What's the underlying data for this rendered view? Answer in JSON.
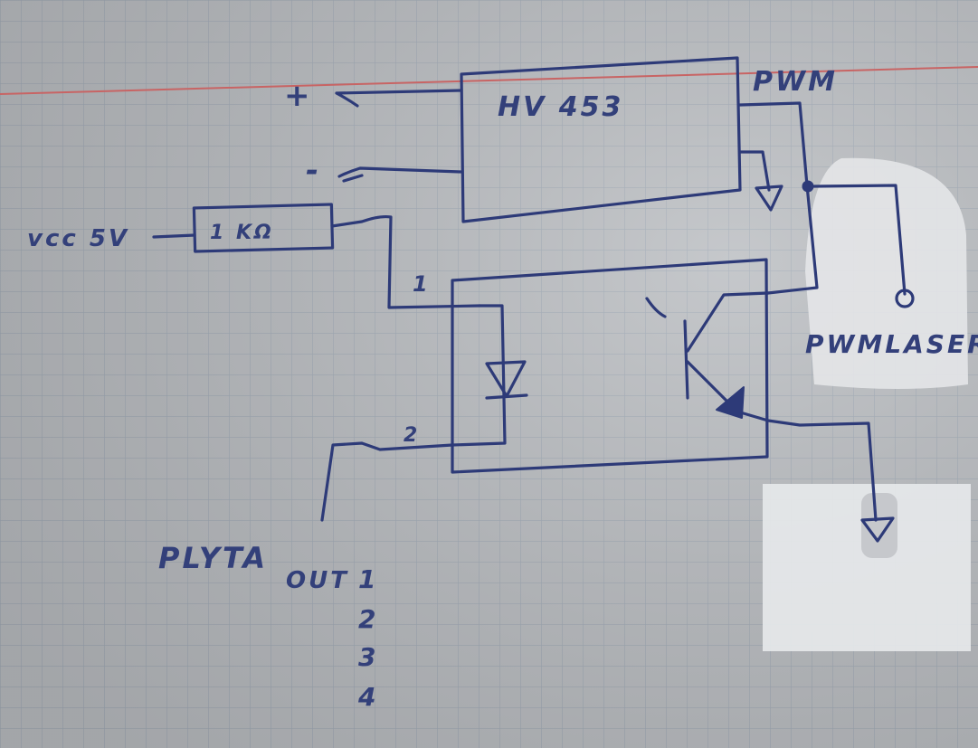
{
  "diagram": {
    "labels": {
      "driver_chip": "HV 453",
      "pwm_in": "PWM",
      "plus": "+",
      "minus": "-",
      "vcc": "vcc 5V",
      "resistor": "1 KΩ",
      "pin1": "1",
      "pin2": "2",
      "pwm_laser": "PWMLASER",
      "plyta": "PLYTA",
      "out": "OUT",
      "out_numbers": [
        "1",
        "2",
        "3",
        "4"
      ]
    },
    "colors": {
      "ink": "#2d3a78",
      "paper": "#b9bcc0",
      "grid": "#9ea8b4",
      "margin_line": "#c86464",
      "whiteout": "#e4e6e8"
    }
  }
}
